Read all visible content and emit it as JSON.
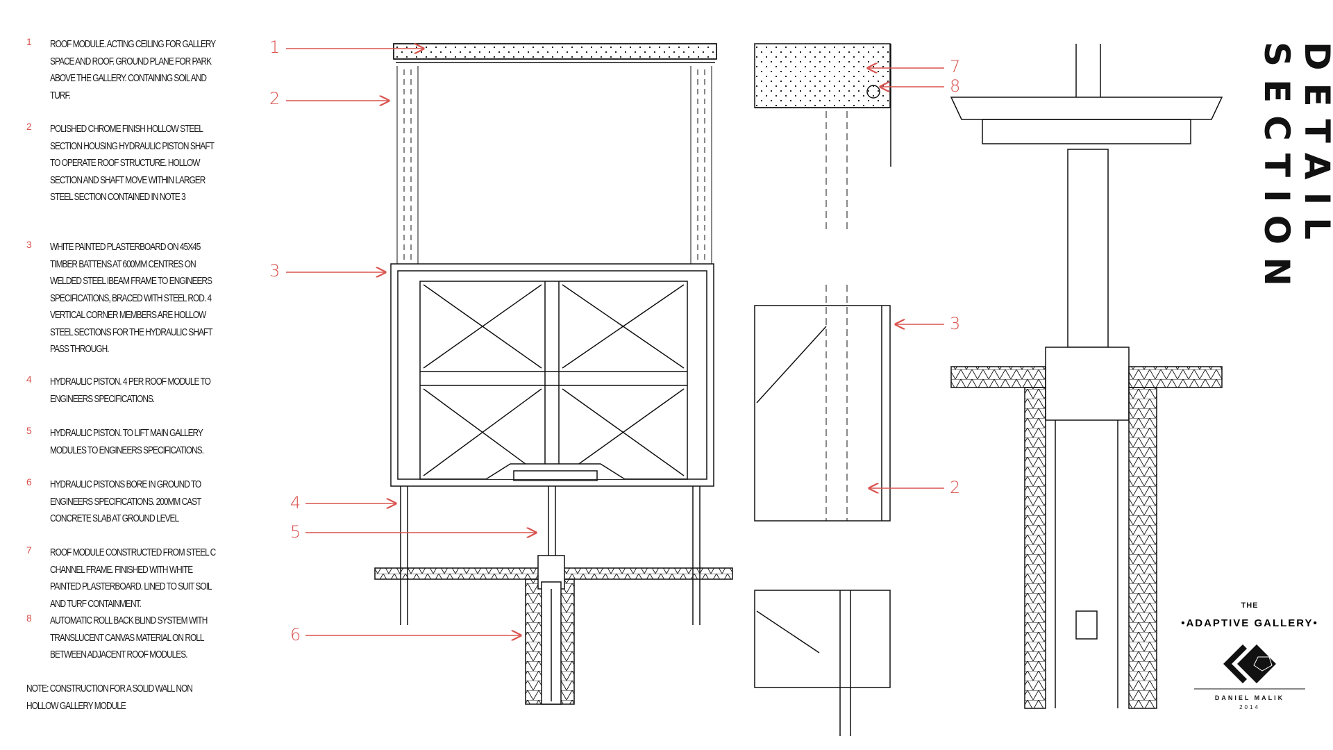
{
  "notes": [
    {
      "num": "1",
      "text": "ROOF MODULE. ACTING CEILING FOR GALLERY SPACE AND ROOF. GROUND PLANE FOR PARK ABOVE THE GALLERY. CONTAINING SOIL AND TURF."
    },
    {
      "num": "2",
      "text": "POLISHED CHROME FINISH HOLLOW STEEL SECTION HOUSING HYDRAULIC PISTON SHAFT TO OPERATE ROOF STRUCTURE. HOLLOW SECTION AND SHAFT MOVE WITHIN LARGER STEEL SECTION CONTAINED IN NOTE 3"
    },
    {
      "num": "3",
      "text": "WHITE PAINTED PLASTERBOARD ON 45X45 TIMBER BATTENS AT 600MM CENTRES ON WELDED STEEL IBEAM FRAME TO ENGINEERS SPECIFICATIONS, BRACED WITH STEEL ROD. 4 VERTICAL CORNER MEMBERS ARE HOLLOW STEEL SECTIONS FOR THE HYDRAULIC SHAFT PASS THROUGH."
    },
    {
      "num": "4",
      "text": "HYDRAULIC PISTON. 4 PER ROOF MODULE TO ENGINEERS SPECIFICATIONS."
    },
    {
      "num": "5",
      "text": "HYDRAULIC PISTON. TO LIFT MAIN GALLERY MODULES TO ENGINEERS SPECIFICATIONS."
    },
    {
      "num": "6",
      "text": "HYDRAULIC PISTONS BORE IN GROUND TO ENGINEERS SPECIFICATIONS. 200MM CAST CONCRETE SLAB AT GROUND LEVEL"
    },
    {
      "num": "7",
      "text": "ROOF MODULE CONSTRUCTED FROM STEEL C CHANNEL FRAME. FINISHED WITH WHITE PAINTED PLASTERBOARD. LINED TO SUIT SOIL AND TURF CONTAINMENT."
    },
    {
      "num": "8",
      "text": "AUTOMATIC ROLL BACK BLIND SYSTEM WITH TRANSLUCENT CANVAS MATERIAL ON ROLL BETWEEN ADJACENT ROOF MODULES."
    }
  ],
  "note_extra": "NOTE: CONSTRUCTION FOR A SOLID WALL NON HOLLOW GALLERY MODULE",
  "title": "DETAIL SECTION",
  "callouts": [
    "1",
    "2",
    "3",
    "4",
    "5",
    "6",
    "7",
    "8",
    "3",
    "2"
  ],
  "logo": {
    "the": "THE",
    "name": "•ADAPTIVE GALLERY•",
    "author": "DANIEL MALIK",
    "year": "2014"
  },
  "colors": {
    "accent": "#d9534f",
    "line": "#111111"
  }
}
